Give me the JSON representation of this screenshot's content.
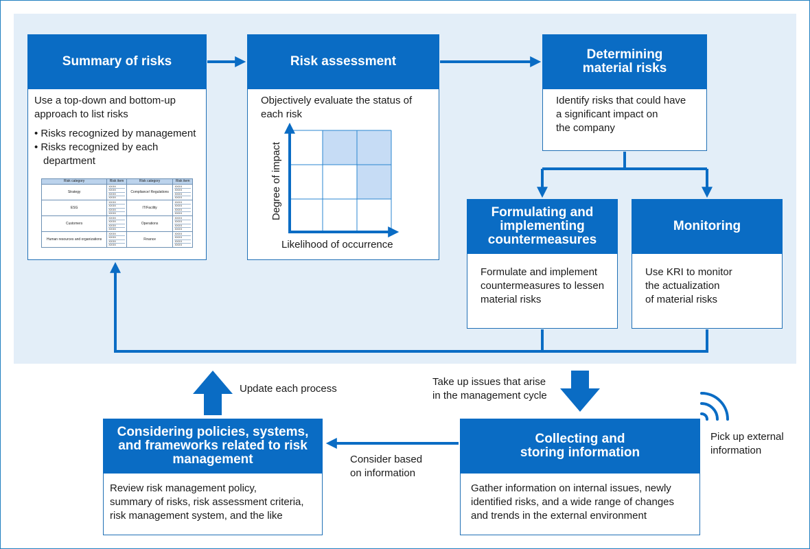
{
  "summary": {
    "title": "Summary of risks",
    "text": [
      "Use a top-down and bottom-up",
      "approach to list risks"
    ],
    "bullet1": "• Risks recognized by management",
    "bullet2": "• Risks recognized by each",
    "bullet2_cont": "department",
    "table": {
      "header": [
        "Risk category",
        "Risk item",
        "Risk category",
        "Risk item"
      ],
      "left_categories": [
        "Strategy",
        "ESG",
        "Customers",
        "Human resources and organizations"
      ],
      "right_categories": [
        "Compliance/ Regulations",
        "IT/Facility",
        "Operations",
        "Finance"
      ],
      "item": "XXXX"
    }
  },
  "assessment": {
    "title": "Risk assessment",
    "text": [
      "Objectively evaluate the status of",
      "each risk"
    ],
    "y_axis": "Degree of impact",
    "x_axis": "Likelihood of occurrence",
    "highlight_color": "#c6dcf5"
  },
  "material": {
    "title": "Determining material risks",
    "text": [
      "Identify risks that could have",
      "a significant impact on",
      "the company"
    ]
  },
  "countermeasures": {
    "title": "Formulating and implementing countermeasures",
    "text": [
      "Formulate and implement",
      "countermeasures to lessen",
      "material risks"
    ]
  },
  "monitoring": {
    "title": "Monitoring",
    "text": [
      "Use KRI to monitor",
      "the actualization",
      "of material risks"
    ]
  },
  "policies": {
    "title": "Considering policies, systems, and frameworks related to risk management",
    "text": [
      "Review risk management policy,",
      "summary of risks, risk assessment criteria,",
      "risk management system, and the like"
    ]
  },
  "collecting": {
    "title": "Collecting and storing information",
    "text": [
      "Gather information on internal issues, newly",
      "identified risks, and a wide range of changes",
      "and trends in the external environment"
    ]
  },
  "labels": {
    "update": "Update each process",
    "take_up": [
      "Take up issues that arise",
      "in the management cycle"
    ],
    "consider": [
      "Consider based",
      "on information"
    ],
    "pick_up": [
      "Pick up external",
      "information"
    ]
  },
  "colors": {
    "brand_blue": "#0a6cc4",
    "panel_bg": "#e3eef8"
  }
}
